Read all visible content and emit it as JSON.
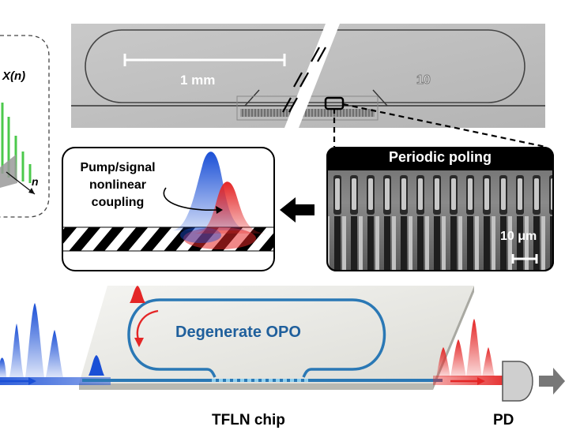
{
  "labels": {
    "x_of_n": "X(n)",
    "n_axis": "n",
    "scale_mm": "1 mm",
    "device_number": "10",
    "periodic_poling": "Periodic poling",
    "scale_um": "10 μm",
    "coupling_line1": "Pump/signal",
    "coupling_line2": "nonlinear",
    "coupling_line3": "coupling",
    "opo": "Degenerate OPO",
    "chip": "TFLN chip",
    "pd": "PD"
  },
  "colors": {
    "pump_blue": "#1a4fd6",
    "signal_red": "#e42626",
    "waveguide": "#2a78b5",
    "opo_text": "#1f5f9c",
    "green_bars": "#4cc94c",
    "arrow_gray": "#777777"
  },
  "icons": [
    "black-left-arrow-icon",
    "photodetector-icon",
    "gray-right-arrow-icon"
  ]
}
